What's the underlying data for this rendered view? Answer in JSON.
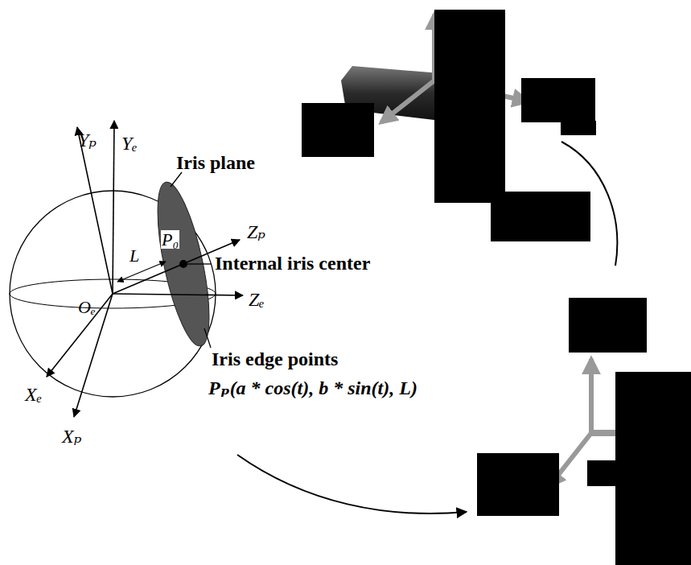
{
  "diagram": {
    "labels": [
      "Yₚ",
      "Yₑ",
      "Iris plane",
      "Zₚ",
      "P₀",
      "L",
      "Internal iris center",
      "Oₑ",
      "Zₑ",
      "Iris edge points",
      "Pₚ(a * cos(t), b * sin(t), L)",
      "Xₑ",
      "Xₚ"
    ]
  }
}
